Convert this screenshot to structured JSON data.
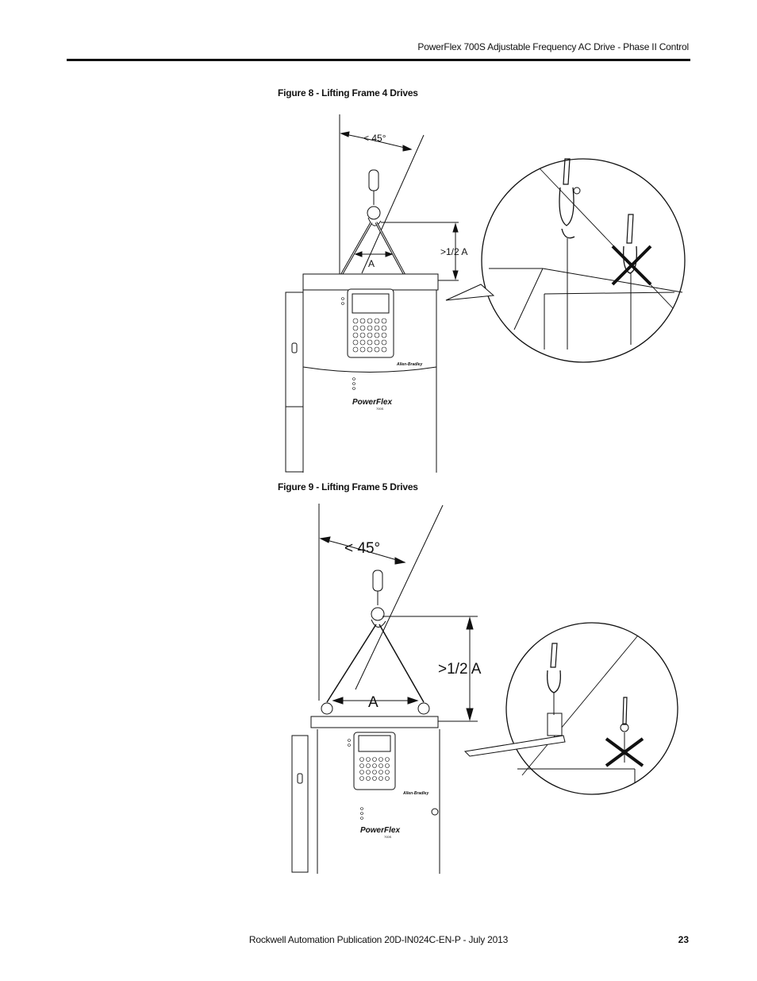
{
  "header": {
    "title": "PowerFlex 700S Adjustable Frequency AC Drive - Phase II Control"
  },
  "figure8": {
    "caption": "Figure 8 - Lifting Frame 4 Drives",
    "angle_label": "< 45°",
    "dim_a": "A",
    "half_a_prefix": ">1/",
    "half_a_suffix": "2 A",
    "brand_small": "Allen-Bradley",
    "brand_logo": "PowerFlex",
    "brand_sub": "700S"
  },
  "figure9": {
    "caption": "Figure 9 - Lifting Frame 5 Drives",
    "angle_label": "< 45°",
    "dim_a": "A",
    "half_a_prefix": ">1/",
    "half_a_suffix": "2 A",
    "brand_small": "Allen-Bradley",
    "brand_logo": "PowerFlex",
    "brand_sub": "700S"
  },
  "footer": {
    "publication": "Rockwell Automation Publication 20D-IN024C-EN-P - July 2013",
    "page_number": "23"
  }
}
